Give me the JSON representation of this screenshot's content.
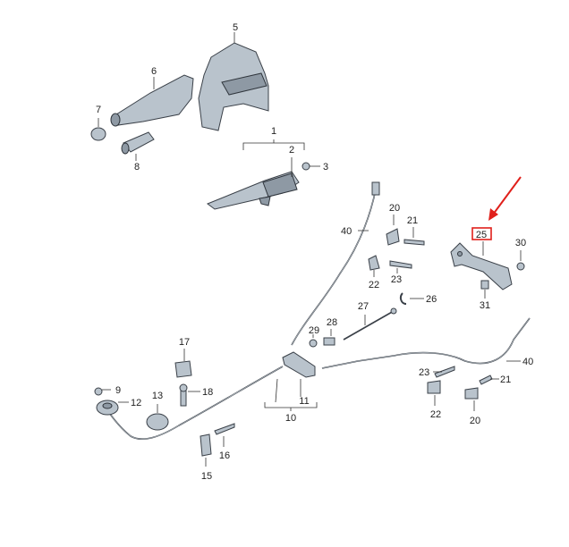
{
  "diagram": {
    "labels": {
      "p1": "1",
      "p2": "2",
      "p3": "3",
      "p5": "5",
      "p6": "6",
      "p7": "7",
      "p8": "8",
      "p9": "9",
      "p10": "10",
      "p11": "11",
      "p12": "12",
      "p13": "13",
      "p15": "15",
      "p16": "16",
      "p17": "17",
      "p18": "18",
      "p20a": "20",
      "p20b": "20",
      "p21a": "21",
      "p21b": "21",
      "p22a": "22",
      "p22b": "22",
      "p23a": "23",
      "p23b": "23",
      "p25": "25",
      "p26": "26",
      "p27": "27",
      "p28": "28",
      "p29": "29",
      "p30": "30",
      "p31": "31",
      "p40a": "40",
      "p40b": "40"
    },
    "highlight": {
      "label": "25",
      "color": "#e0201b"
    },
    "colors": {
      "part": "#b9c3cc",
      "outline": "#3a4048",
      "arrow": "#e0201b"
    }
  }
}
